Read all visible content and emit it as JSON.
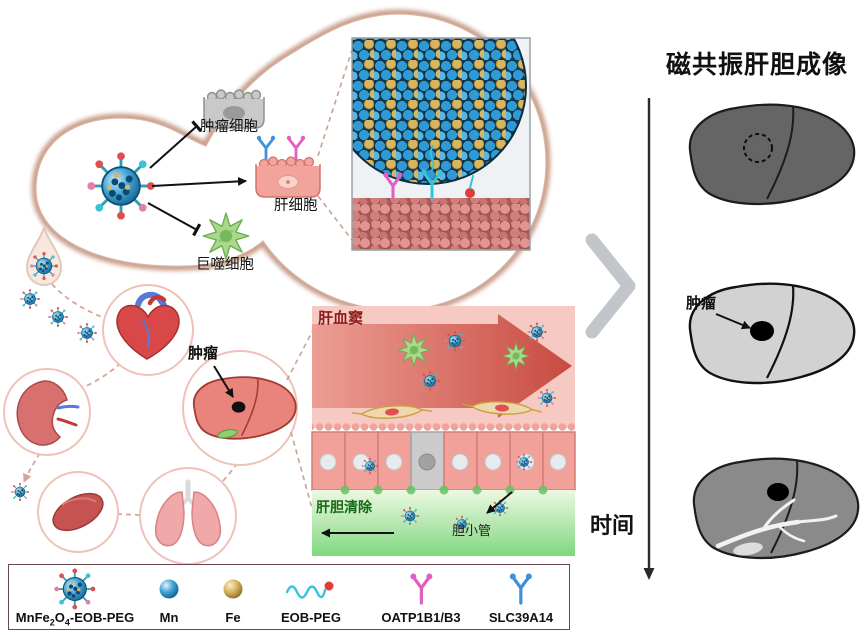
{
  "title": "磁共振肝胆成像",
  "balloon": {
    "tumor_cell_label": "肿瘤细胞",
    "hepatocyte_label": "肝细胞",
    "macrophage_label": "巨噬细胞"
  },
  "circulation": {
    "tumor_label": "肿瘤"
  },
  "mri": {
    "tumor_label": "肿瘤",
    "time_label": "时间"
  },
  "sinusoid_panel": {
    "title": "肝血窦",
    "clearance_label": "肝胆清除",
    "bile_canaliculus_label": "胆小管"
  },
  "legend": {
    "items": [
      {
        "icon": "nanoparticle-icon",
        "prefix": "MnFe",
        "sub1": "2",
        "mid": "O",
        "sub2": "4",
        "suffix": "-EOB-PEG"
      },
      {
        "icon": "mn-sphere-icon",
        "label": "Mn"
      },
      {
        "icon": "fe-sphere-icon",
        "label": "Fe"
      },
      {
        "icon": "eob-peg-squiggle-icon",
        "label": "EOB-PEG"
      },
      {
        "icon": "oatp-receptor-icon",
        "label": "OATP1B1/B3"
      },
      {
        "icon": "slc-receptor-icon",
        "label": "SLC39A14"
      }
    ]
  },
  "colors": {
    "nanoparticle_blue": "#4aa8d8",
    "fe_gold": "#d8b55e",
    "eob_cyan": "#35c4e0",
    "oatp_magenta": "#e05fc0",
    "slc_blue": "#3f8fdd",
    "sinusoid_red": "#c84b40",
    "clearance_green": "#7fd87f",
    "liver_pink": "#e8847c"
  }
}
